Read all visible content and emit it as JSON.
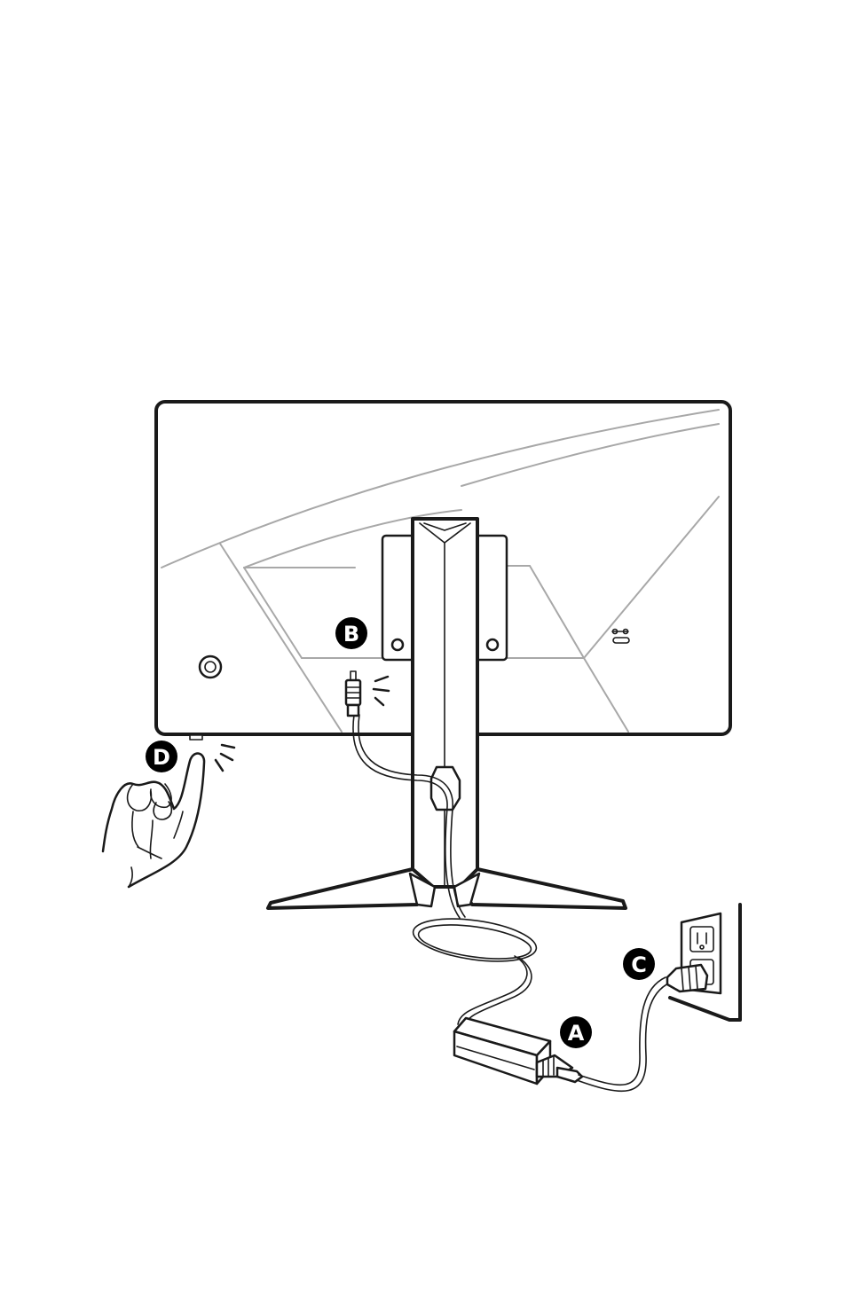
{
  "labels": {
    "adapter": "A",
    "monitor_port": "B",
    "wall_outlet": "C",
    "power_button": "D"
  },
  "colors": {
    "line": "#1a1a1a",
    "accent_grey": "#a8a8a8",
    "badge": "#000000",
    "background": "#ffffff"
  }
}
